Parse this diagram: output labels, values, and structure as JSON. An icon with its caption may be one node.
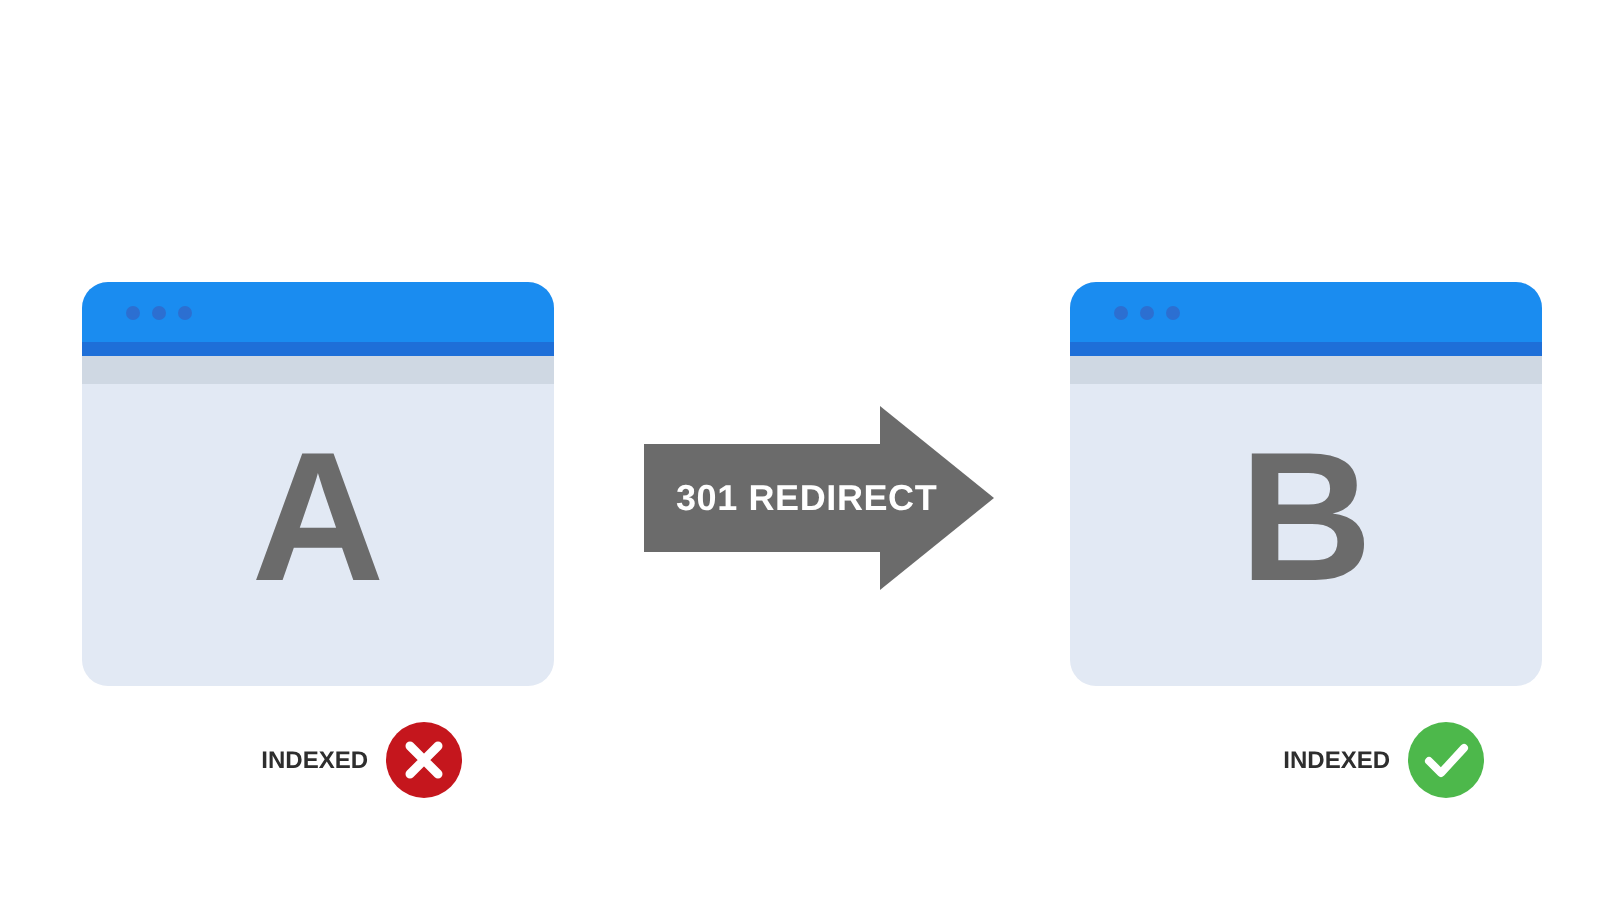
{
  "diagram": {
    "nodes": [
      {
        "text": [
          "A"
        ],
        "beside": [
          "INDEXED"
        ]
      },
      {
        "text": [
          "B"
        ],
        "beside": [
          "INDEXED"
        ]
      }
    ],
    "edges": [
      {
        "from": 0,
        "to": 1,
        "arrow": "to",
        "label": "301 REDIRECT"
      }
    ]
  }
}
